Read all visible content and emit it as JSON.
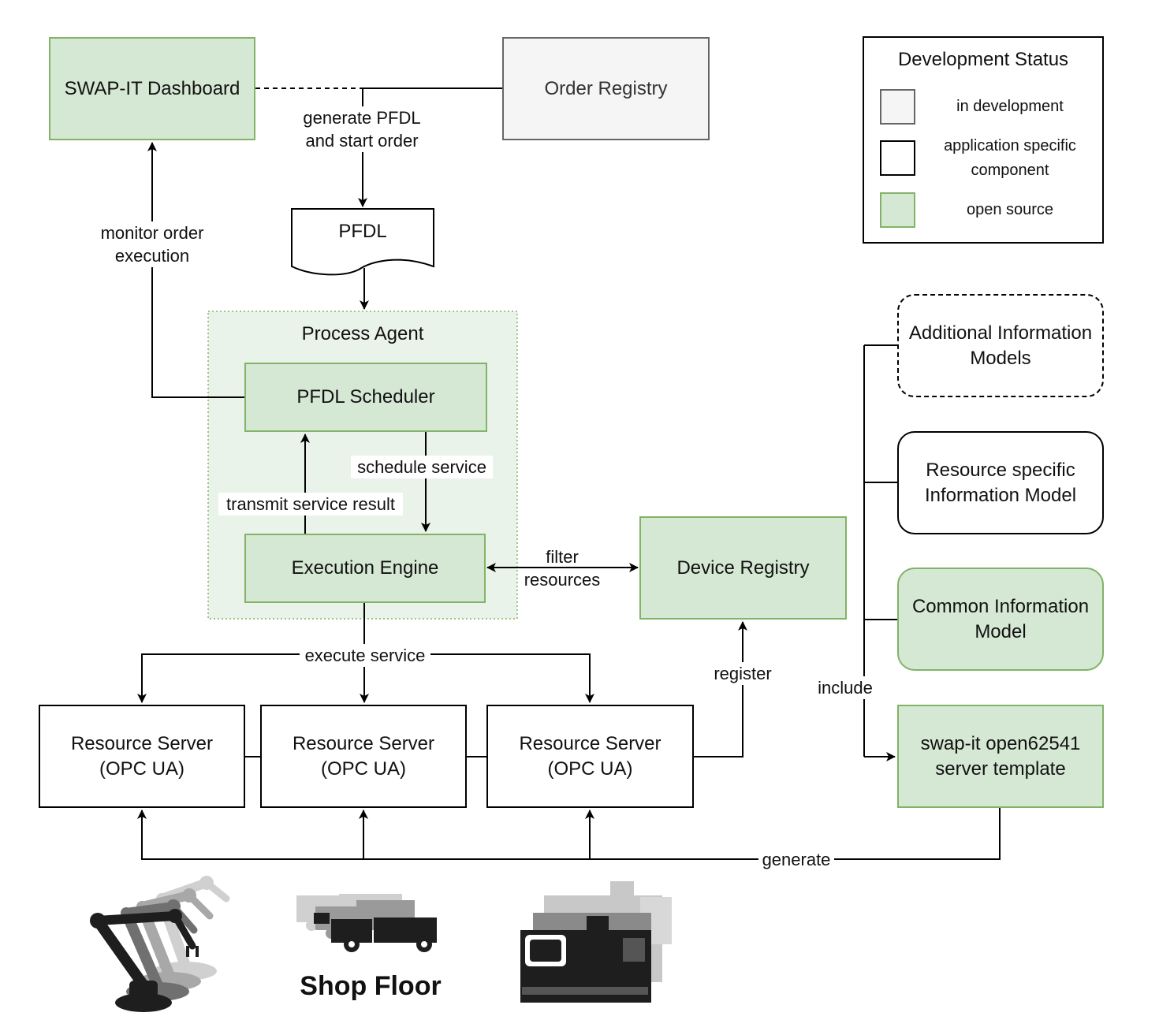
{
  "legend": {
    "title": "Development Status",
    "items": [
      {
        "label": "in development",
        "color": "#f5f5f5",
        "border": "#666666"
      },
      {
        "label": "application specific component",
        "color": "#ffffff",
        "border": "#000000"
      },
      {
        "label": "open source",
        "color": "#d5e8d4",
        "border": "#82b366"
      }
    ]
  },
  "nodes": {
    "dashboard": "SWAP-IT Dashboard",
    "order_registry": "Order Registry",
    "pfdl": "PFDL",
    "process_agent": "Process Agent",
    "pfdl_scheduler": "PFDL Scheduler",
    "execution_engine": "Execution Engine",
    "device_registry": "Device Registry",
    "resource_server_1": "Resource Server (OPC UA)",
    "resource_server_2": "Resource Server (OPC UA)",
    "resource_server_3": "Resource Server (OPC UA)",
    "additional_models": "Additional Information Models",
    "resource_model": "Resource specific Information Model",
    "common_model": "Common Information Model",
    "server_template": "swap-it open62541 server template",
    "shop_floor": "Shop Floor"
  },
  "edges": {
    "generate_pfdl": "generate PFDL and start order",
    "monitor": "monitor order execution",
    "schedule_service": "schedule service",
    "transmit_result": "transmit service result",
    "filter_resources": "filter resources",
    "execute_service": "execute service",
    "register": "register",
    "include": "include",
    "generate": "generate"
  },
  "icons": [
    "robot-arms-icon",
    "trucks-icon",
    "cnc-machines-icon"
  ]
}
